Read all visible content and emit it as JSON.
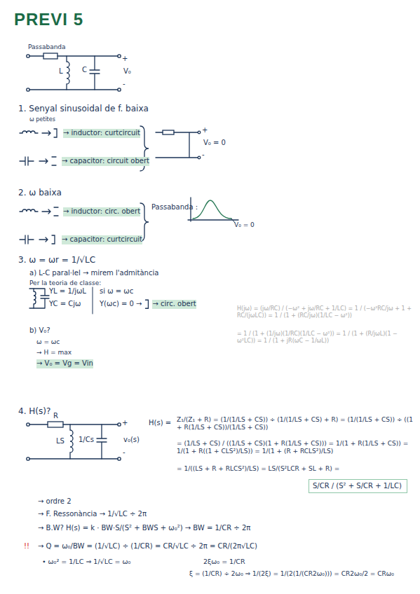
{
  "diagram": {
    "title": "PREVI 5",
    "nodes": [
      {
        "text": [
          "S/CR / (S² + S/CR + 1/LC)"
        ]
      }
    ],
    "labels": [
      "Passabanda",
      "L",
      "C",
      "+",
      "V₀",
      "-",
      "1. Senyal sinusoidal de f. baixa",
      "ω petites",
      "→ inductor: curtcircuit",
      "→ capacitor: circuit obert",
      "+",
      "V₀ = 0",
      "-",
      "2. ω baixa",
      "→ inductor: circ. obert",
      "→ capacitor: curtcircuit",
      "Passabanda :",
      "V₀ = 0",
      "3. ω = ωr = 1/√LC",
      "a) L-C paral·lel → mirem l'admitància",
      "Per la teoria de classe:",
      "YL = 1/jωL",
      "YC = Cjω",
      "si ω = ωc",
      "Y(ωc) = 0 →",
      "→ circ. obert",
      "b) V₀?",
      "ω = ωc",
      "→ H = max",
      "→ V₀ = Vg = Vin",
      "H(jω) = (jω/RC) / (−ω² + jω/RC + 1/LC) = 1 / (−ω²RC/jω + 1 + RC/(jωLC)) = 1 / (1 + (RC/jω)(1/LC − ω²))",
      "= 1 / (1 + (1/jω)(1/RC)(1/LC − ω²)) = 1 / (1 + (R/jωL)(1 − ω²LC)) = 1 / (1 + jR(ωC − 1/ωL))",
      "4. H(s)?",
      "R",
      "LS",
      "1/Cs",
      "+",
      "v₀(s)",
      "-",
      "H(s) =",
      "Z₁/(Z₁ + R) = (1/(1/LS + CS)) ÷ (1/(1/LS + CS) + R) = (1/(1/LS + CS)) ÷ ((1 + R(1/LS + CS))/(1/LS + CS))",
      "= (1/LS + CS) / ((1/LS + CS)(1 + R(1/LS + CS))) = 1/(1 + R(1/LS + CS)) = 1/(1 + R((1 + CLS²)/LS)) = 1/(1 + (R + RCLS²)/LS)",
      "= 1/((LS + R + RLCS²)/LS) = LS/(S²LCR + SL + R) =",
      "→ ordre 2",
      "→ F. Ressonància → 1/√LC ÷ 2π",
      "→ B.W? H(s) = k · BW·S/(S² + BWS + ω₀²) → BW = 1/CR ÷ 2π",
      "!!",
      "→ Q = ω₀/BW = (1/√LC) ÷ (1/CR) = CR/√LC ÷ 2π = CR/(2π√LC)",
      "• ω₀² = 1/LC ⇒ 1/√LC = ω₀",
      "2ξω₀ = 1/CR",
      "ξ = (1/CR) ÷ 2ω₀ ⇒ 1/(2ξ) = 1/(2(1/(CR2ω₀))) = CR2ω₀/2 = CRω₀"
    ]
  }
}
